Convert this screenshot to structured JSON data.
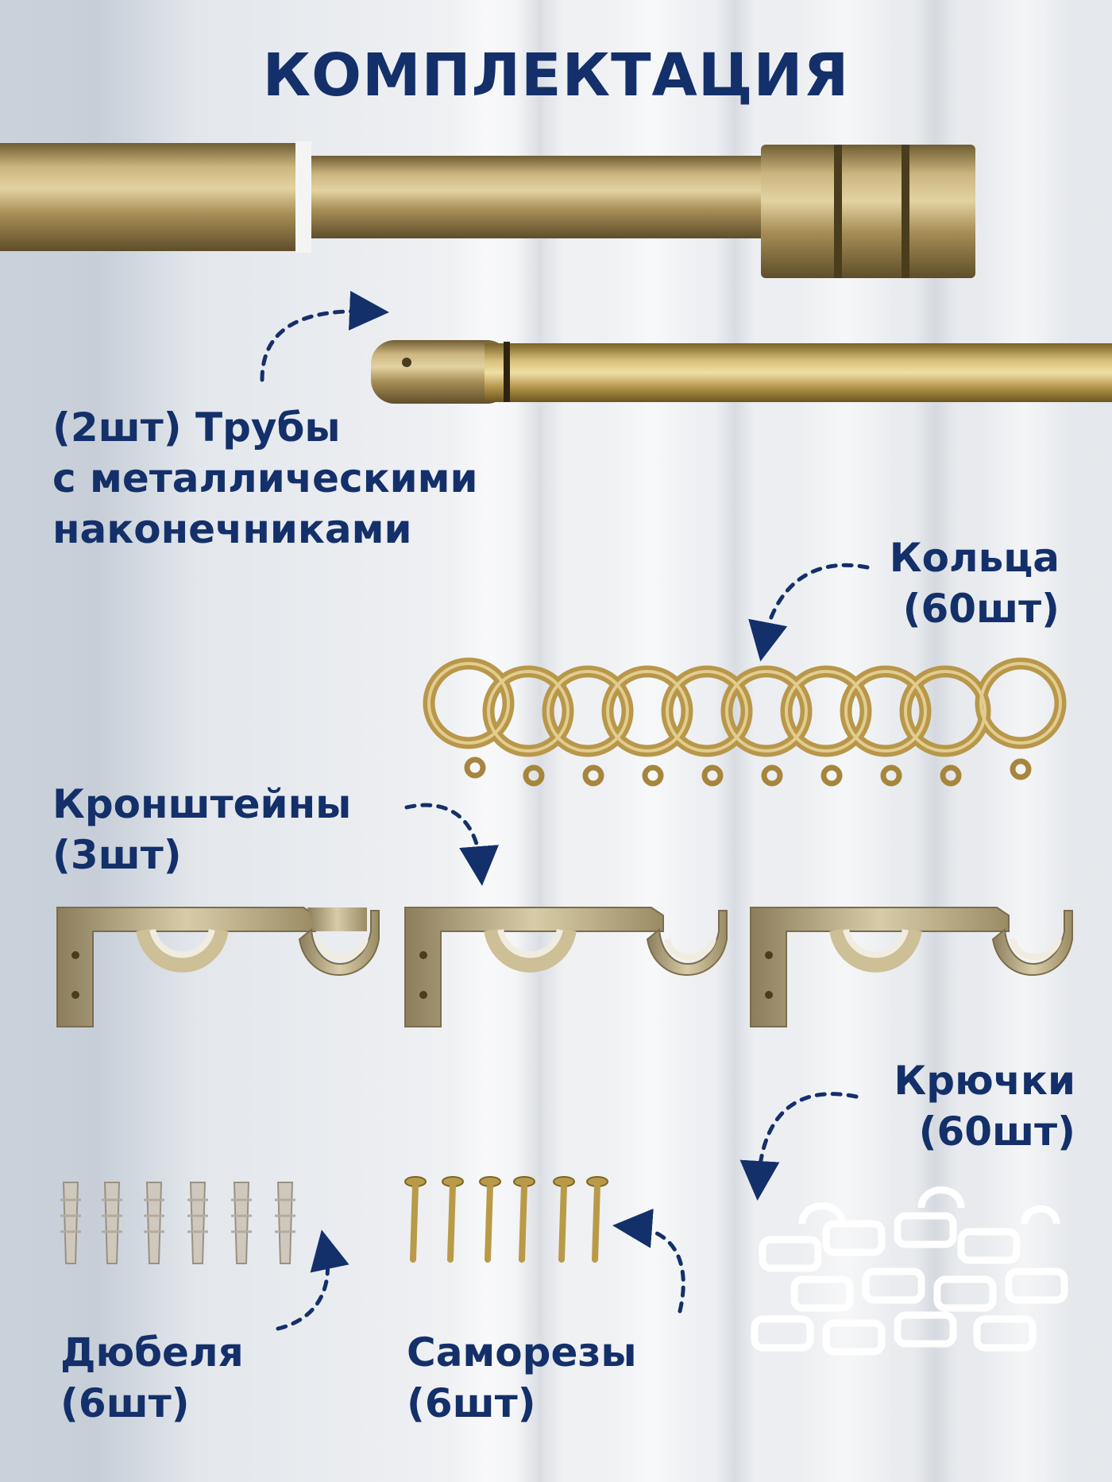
{
  "title": "КОМПЛЕКТАЦИЯ",
  "items": {
    "tubes": {
      "line1": "(2шт) Трубы",
      "line2": "с металлическими",
      "line3": "наконечниками"
    },
    "rings": {
      "line1": "Кольца",
      "line2": "(60шт)"
    },
    "brackets": {
      "line1": "Кронштейны",
      "line2": "(3шт)"
    },
    "hooks": {
      "line1": "Крючки",
      "line2": "(60шт)"
    },
    "dowels": {
      "line1": "Дюбеля",
      "line2": "(6шт)"
    },
    "screws": {
      "line1": "Саморезы",
      "line2": "(6шт)"
    }
  },
  "colors": {
    "text": "#14306a",
    "brass": "#b49a5e",
    "arrow": "#14306a"
  }
}
